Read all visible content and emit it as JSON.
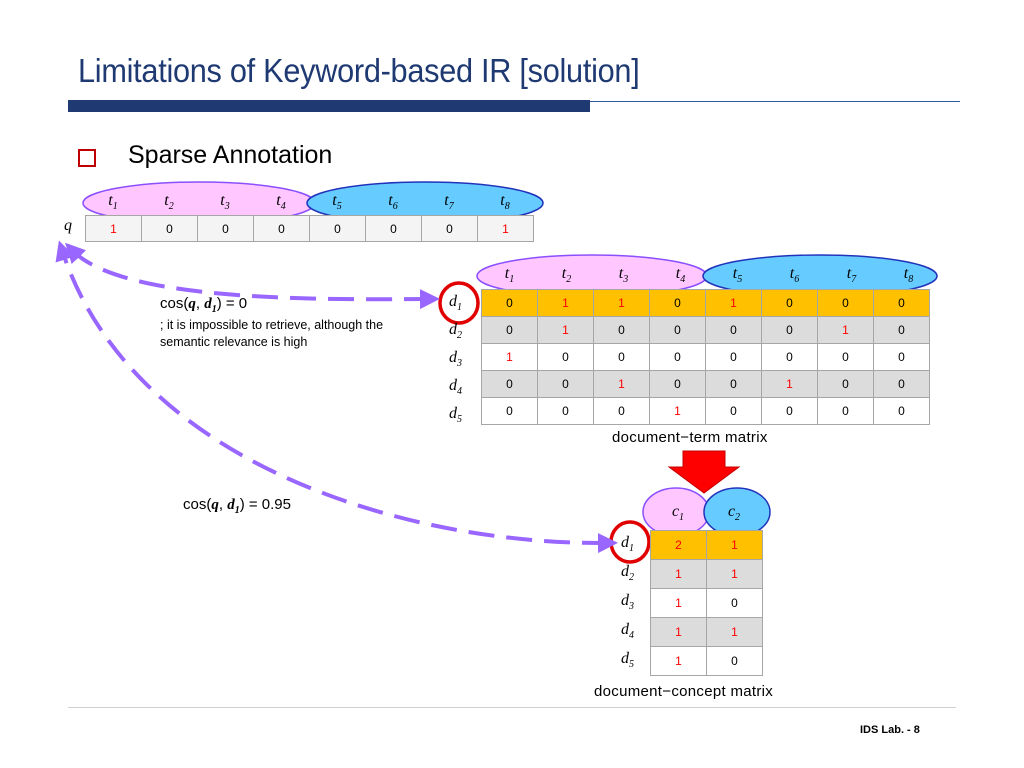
{
  "title": "Limitations of Keyword-based IR [solution]",
  "subtitle": "Sparse Annotation",
  "query_label": "q",
  "terms": [
    "t",
    "t",
    "t",
    "t",
    "t",
    "t",
    "t",
    "t"
  ],
  "term_subs": [
    "1",
    "2",
    "3",
    "4",
    "5",
    "6",
    "7",
    "8"
  ],
  "query_vector": [
    "1",
    "0",
    "0",
    "0",
    "0",
    "0",
    "0",
    "1"
  ],
  "doc_labels": [
    "d",
    "d",
    "d",
    "d",
    "d"
  ],
  "doc_subs": [
    "1",
    "2",
    "3",
    "4",
    "5"
  ],
  "doc_term_matrix": [
    [
      "0",
      "1",
      "1",
      "0",
      "1",
      "0",
      "0",
      "0"
    ],
    [
      "0",
      "1",
      "0",
      "0",
      "0",
      "0",
      "1",
      "0"
    ],
    [
      "1",
      "0",
      "0",
      "0",
      "0",
      "0",
      "0",
      "0"
    ],
    [
      "0",
      "0",
      "1",
      "0",
      "0",
      "1",
      "0",
      "0"
    ],
    [
      "0",
      "0",
      "0",
      "1",
      "0",
      "0",
      "0",
      "0"
    ]
  ],
  "concepts": [
    "c",
    "c"
  ],
  "concept_subs": [
    "1",
    "2"
  ],
  "doc_concept_matrix": [
    [
      "2",
      "1"
    ],
    [
      "1",
      "1"
    ],
    [
      "1",
      "0"
    ],
    [
      "1",
      "1"
    ],
    [
      "1",
      "0"
    ]
  ],
  "cos1": {
    "prefix": "cos(",
    "q": "q",
    "sep": ", ",
    "d": "d",
    "dsub": "1",
    "suffix": ") = 0"
  },
  "cos1_note_line1": "; it is impossible to retrieve, although the",
  "cos1_note_line2": "semantic relevance is high",
  "cos2": {
    "prefix": "cos(",
    "q": "q",
    "sep": ", ",
    "d": "d",
    "dsub": "1",
    "suffix": ") = 0.95"
  },
  "dt_caption": "document−term matrix",
  "dc_caption": "document−concept matrix",
  "footer": "IDS Lab. - 8",
  "colors": {
    "title": "#1f3a72",
    "highlight_row": "#ffc000",
    "pink_group": "#ffc6ff",
    "blue_group": "#66ccff",
    "arrow": "#9966ff",
    "down_arrow": "#ff0000",
    "circle": "#e00000"
  }
}
